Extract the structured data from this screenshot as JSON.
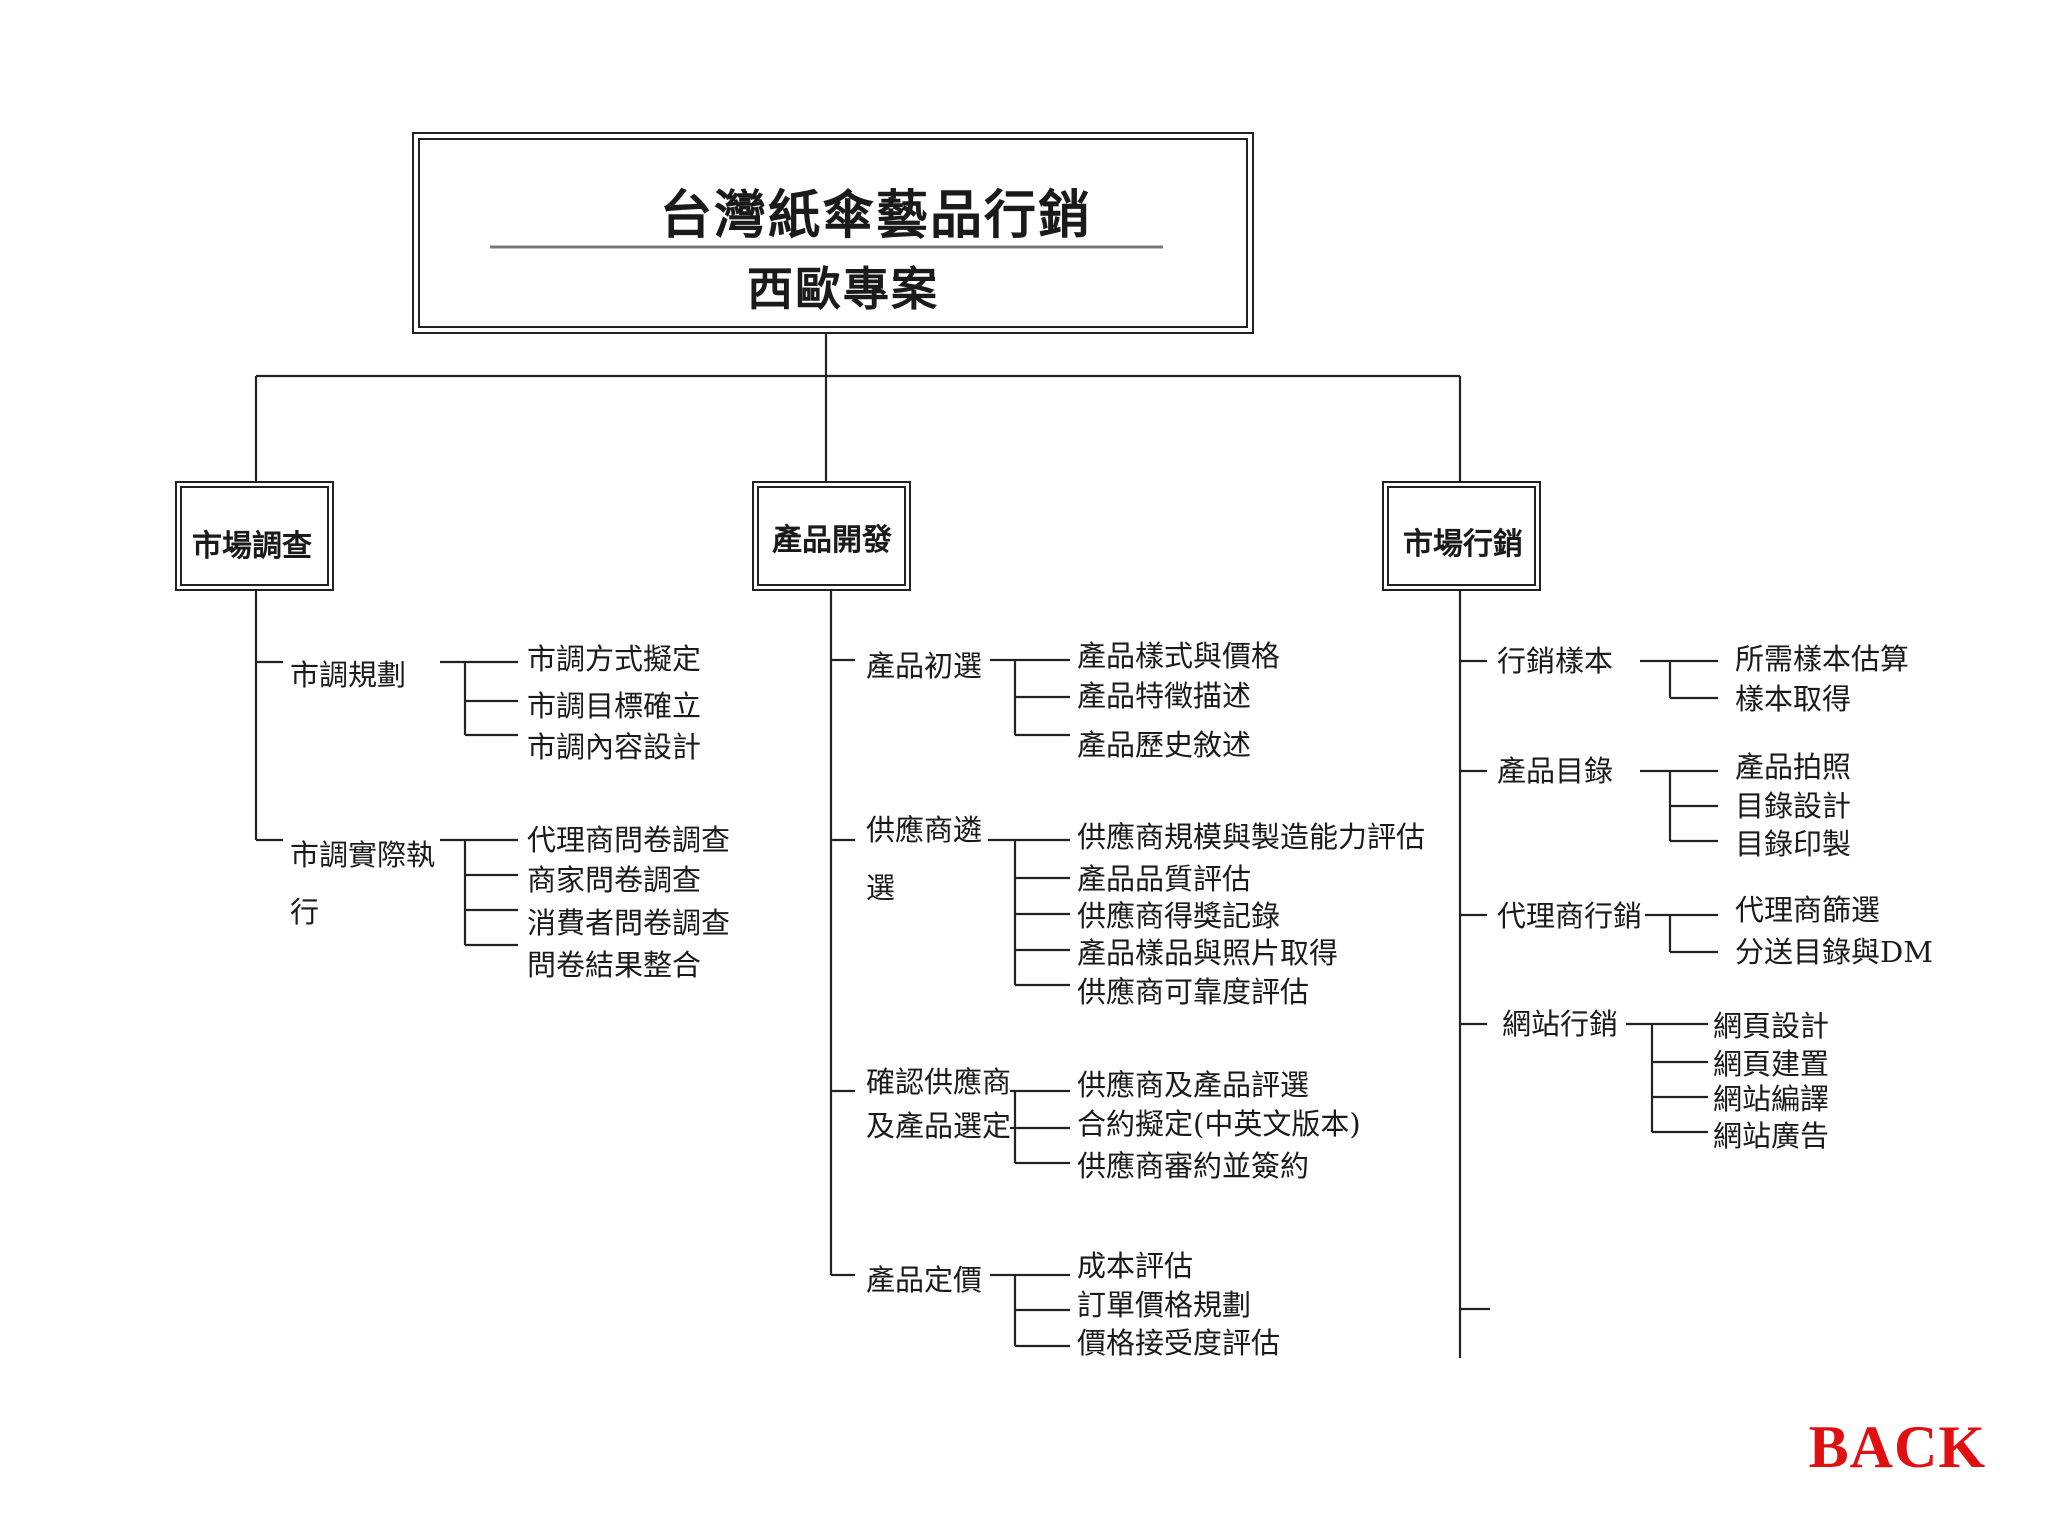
{
  "title": {
    "line1": "台灣紙傘藝品行銷",
    "line2": "西歐專案"
  },
  "branches": [
    {
      "name": "市場調查",
      "groups": [
        {
          "label_lines": [
            "市調規劃"
          ],
          "items": [
            "市調方式擬定",
            "市調目標確立",
            "市調內容設計"
          ]
        },
        {
          "label_lines": [
            "市調實際執",
            "行"
          ],
          "items": [
            "代理商問卷調查",
            "商家問卷調查",
            "消費者問卷調查",
            "問卷結果整合"
          ]
        }
      ]
    },
    {
      "name": "產品開發",
      "groups": [
        {
          "label_lines": [
            "產品初選"
          ],
          "items": [
            "產品樣式與價格",
            "產品特徵描述",
            "產品歷史敘述"
          ]
        },
        {
          "label_lines": [
            "供應商遴",
            "選"
          ],
          "items": [
            "供應商規模與製造能力評估",
            "產品品質評估",
            "供應商得獎記錄",
            "產品樣品與照片取得",
            "供應商可靠度評估"
          ]
        },
        {
          "label_lines": [
            "確認供應商",
            "及產品選定"
          ],
          "items": [
            "供應商及產品評選",
            "合約擬定(中英文版本)",
            "供應商審約並簽約"
          ]
        },
        {
          "label_lines": [
            "產品定價"
          ],
          "items": [
            "成本評估",
            "訂單價格規劃",
            "價格接受度評估"
          ]
        }
      ]
    },
    {
      "name": "市場行銷",
      "groups": [
        {
          "label_lines": [
            "行銷樣本"
          ],
          "items": [
            "所需樣本估算",
            "樣本取得"
          ]
        },
        {
          "label_lines": [
            "產品目錄"
          ],
          "items": [
            "產品拍照",
            "目錄設計",
            "目錄印製"
          ]
        },
        {
          "label_lines": [
            "代理商行銷"
          ],
          "items": [
            "代理商篩選",
            "分送目錄與DM"
          ]
        },
        {
          "label_lines": [
            "網站行銷"
          ],
          "items": [
            "網頁設計",
            "網頁建置",
            "網站編譯",
            "網站廣告"
          ]
        }
      ]
    }
  ],
  "back_label": "BACK",
  "colors": {
    "line": "#222222",
    "back": "#e01010"
  }
}
